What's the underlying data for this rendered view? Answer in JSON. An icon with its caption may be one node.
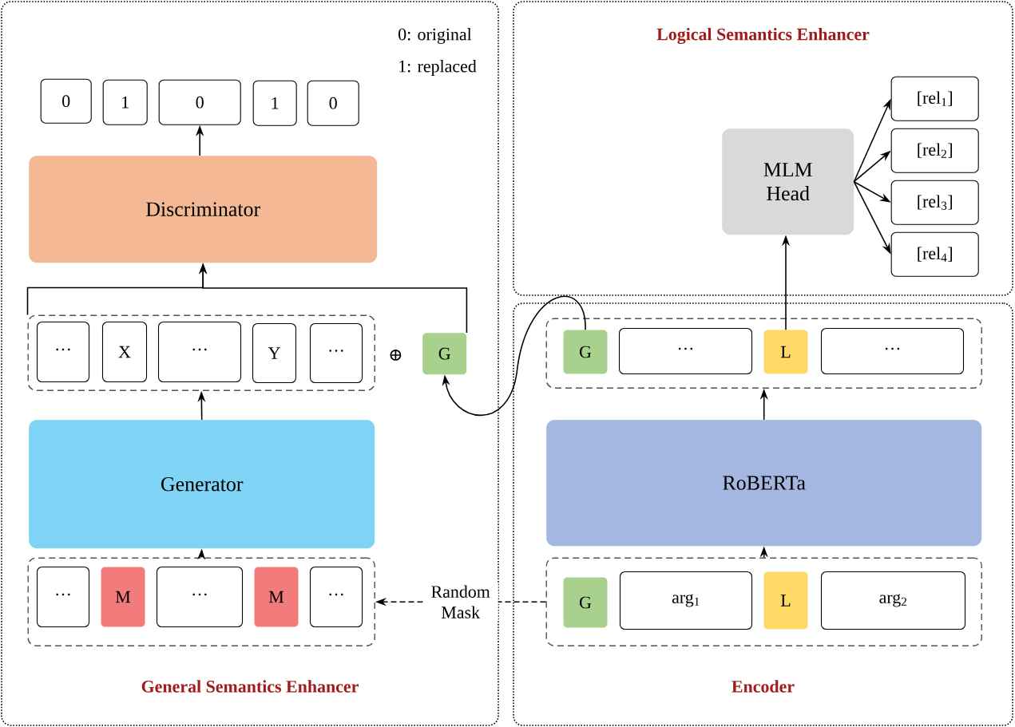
{
  "diagram": {
    "nodes": [
      {
        "text": [
          "General Semantics Enhancer"
        ]
      },
      {
        "text": [
          "Logical Semantics Enhancer"
        ]
      },
      {
        "text": [
          "Encoder"
        ]
      },
      {
        "text": [
          "0"
        ],
        "in": 0
      },
      {
        "text": [
          "1"
        ],
        "in": 0
      },
      {
        "text": [
          "0"
        ],
        "in": 0
      },
      {
        "text": [
          "1"
        ],
        "in": 0
      },
      {
        "text": [
          "0"
        ],
        "in": 0
      },
      {
        "text": [
          "Discriminator"
        ],
        "in": 0
      },
      {
        "text": [],
        "shape": "box",
        "in": 0
      },
      {
        "text": [
          "···"
        ],
        "in": 9
      },
      {
        "text": [
          "X"
        ],
        "in": 9
      },
      {
        "text": [
          "···"
        ],
        "in": 9
      },
      {
        "text": [
          "Y"
        ],
        "in": 9
      },
      {
        "text": [
          "···"
        ],
        "in": 9
      },
      {
        "text": [
          "G"
        ],
        "in": 0
      },
      {
        "text": [
          "Generator"
        ],
        "in": 0
      },
      {
        "text": [],
        "shape": "box",
        "in": 0
      },
      {
        "text": [
          "···"
        ],
        "in": 17
      },
      {
        "text": [
          "M"
        ],
        "in": 17
      },
      {
        "text": [
          "···"
        ],
        "in": 17
      },
      {
        "text": [
          "M"
        ],
        "in": 17
      },
      {
        "text": [
          "···"
        ],
        "in": 17
      },
      {
        "text": [
          "MLM Head"
        ],
        "in": 1
      },
      {
        "text": [
          "[rel$_{1}$]"
        ],
        "in": 1
      },
      {
        "text": [
          "[rel$_{2}$]"
        ],
        "in": 1
      },
      {
        "text": [
          "[rel$_{3}$]"
        ],
        "in": 1
      },
      {
        "text": [
          "[rel$_{4}$]"
        ],
        "in": 1
      },
      {
        "text": [],
        "shape": "box",
        "in": 2
      },
      {
        "text": [
          "G"
        ],
        "in": 28
      },
      {
        "text": [
          "···"
        ],
        "in": 28
      },
      {
        "text": [
          "L"
        ],
        "in": 28
      },
      {
        "text": [
          "···"
        ],
        "in": 28
      },
      {
        "text": [
          "RoBERTa"
        ],
        "in": 2
      },
      {
        "text": [],
        "shape": "box",
        "in": 2
      },
      {
        "text": [
          "G"
        ],
        "in": 34
      },
      {
        "text": [
          "arg$_{1}$"
        ],
        "in": 34
      },
      {
        "text": [
          "L"
        ],
        "in": 34
      },
      {
        "text": [
          "arg$_{2}$"
        ],
        "in": 34
      }
    ],
    "edges": [
      {
        "from": 8,
        "to": 5,
        "arrow": "to"
      },
      {
        "from": 9,
        "to": 8,
        "arrow": "to"
      },
      {
        "from": 15,
        "to": 8,
        "arrow": "to"
      },
      {
        "from": 16,
        "to": 9,
        "arrow": "to"
      },
      {
        "from": 17,
        "to": 16,
        "arrow": "to"
      },
      {
        "from": 29,
        "to": 15,
        "arrow": "to"
      },
      {
        "from": 31,
        "to": 23,
        "arrow": "to"
      },
      {
        "from": 23,
        "to": 24,
        "arrow": "to"
      },
      {
        "from": 23,
        "to": 25,
        "arrow": "to"
      },
      {
        "from": 23,
        "to": 26,
        "arrow": "to"
      },
      {
        "from": 23,
        "to": 27,
        "arrow": "to"
      },
      {
        "from": 33,
        "to": 28,
        "arrow": "to"
      },
      {
        "from": 34,
        "to": 33,
        "arrow": "to"
      },
      {
        "from": 34,
        "to": 17,
        "arrow": "to",
        "style": "dashed",
        "label": "Random Mask"
      }
    ],
    "labels": [
      "0: original",
      "1: replaced",
      "⊕"
    ]
  }
}
